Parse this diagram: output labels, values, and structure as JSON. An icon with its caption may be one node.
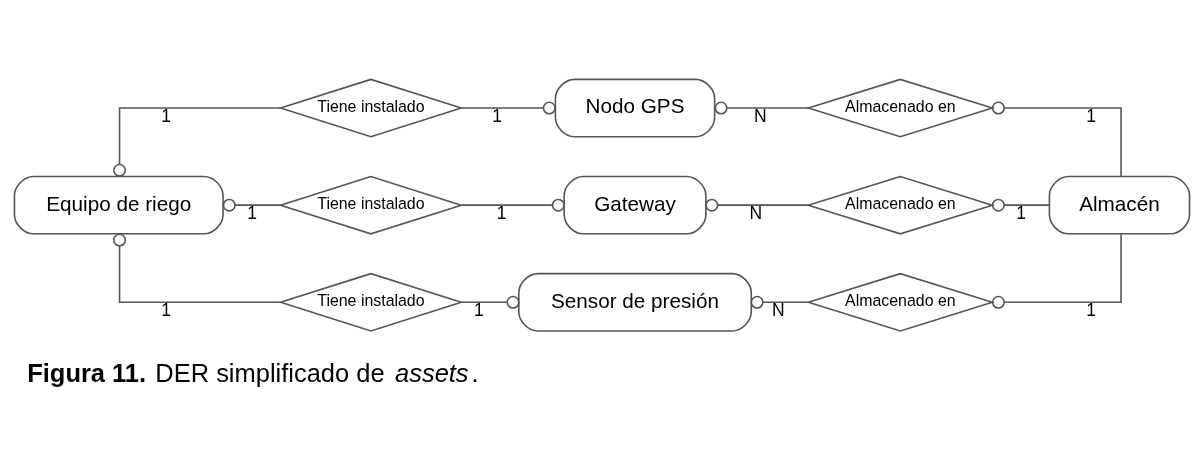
{
  "diagram": {
    "caption": "**Figura 11.** DER simplificado de *assets*.",
    "nodes": [
      {
        "text": [
          "Tiene instalado"
        ]
      },
      {
        "text": [
          "Nodo GPS"
        ]
      },
      {
        "text": [
          "Almacenado en"
        ]
      },
      {
        "text": [
          "Equipo de riego"
        ]
      },
      {
        "text": [
          "Tiene instalado"
        ]
      },
      {
        "text": [
          "Gateway"
        ]
      },
      {
        "text": [
          "Almacenado en"
        ]
      },
      {
        "text": [
          "Almacén"
        ]
      },
      {
        "text": [
          "Tiene instalado"
        ]
      },
      {
        "text": [
          "Sensor de presión"
        ]
      },
      {
        "text": [
          "Almacenado en"
        ]
      }
    ],
    "edges": [
      {
        "from": 3,
        "to": 0,
        "arrow": "other",
        "label": "1"
      },
      {
        "from": 0,
        "to": 1,
        "arrow": "other",
        "label": "1"
      },
      {
        "from": 1,
        "to": 2,
        "arrow": "other",
        "label": "N"
      },
      {
        "from": 2,
        "to": 7,
        "arrow": "other",
        "label": "1"
      },
      {
        "from": 3,
        "to": 4,
        "arrow": "other",
        "label": "1"
      },
      {
        "from": 4,
        "to": 5,
        "arrow": "other",
        "label": "1"
      },
      {
        "from": 5,
        "to": 6,
        "arrow": "other",
        "label": "N"
      },
      {
        "from": 6,
        "to": 7,
        "arrow": "other",
        "label": "1"
      },
      {
        "from": 3,
        "to": 8,
        "arrow": "other",
        "label": "1"
      },
      {
        "from": 8,
        "to": 9,
        "arrow": "other",
        "label": "1"
      },
      {
        "from": 9,
        "to": 10,
        "arrow": "other",
        "label": "N"
      },
      {
        "from": 10,
        "to": 7,
        "arrow": "other",
        "label": "1"
      }
    ]
  }
}
